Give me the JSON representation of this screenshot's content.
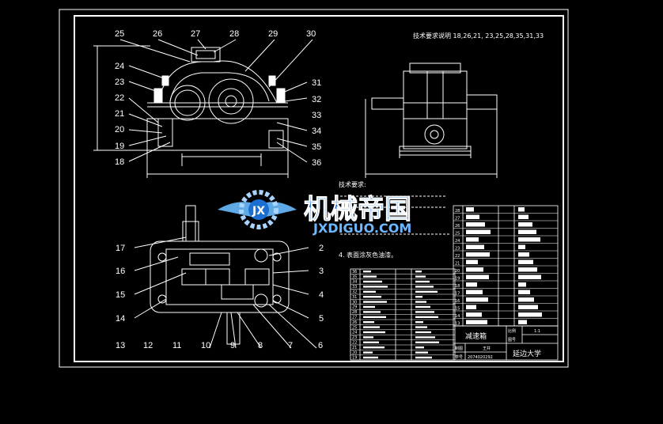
{
  "drawing": {
    "background": "#000000",
    "line_color": "#ffffff",
    "frame": {
      "outer": true,
      "inner": true
    }
  },
  "front_view": {
    "top_labels": [
      "25",
      "26",
      "27",
      "28",
      "29",
      "30"
    ],
    "left_labels": [
      "24",
      "23",
      "22",
      "21",
      "20",
      "19",
      "18"
    ],
    "right_labels": [
      "31",
      "32",
      "33",
      "34",
      "35",
      "36"
    ]
  },
  "side_view": {
    "note": "技术要求说明 18,26,21, 23,25,28,35,31,33"
  },
  "top_view": {
    "left_labels": [
      "17",
      "16",
      "15",
      "14"
    ],
    "right_labels": [
      "2",
      "3",
      "4",
      "5"
    ],
    "bottom_labels": [
      "13",
      "12",
      "11",
      "10",
      "9",
      "8",
      "7",
      "6"
    ]
  },
  "tech_requirements": {
    "heading": "技术要求:",
    "item4": "4. 表面涂灰色油漆。"
  },
  "watermark": {
    "cn": "机械帝国",
    "en": "JXDIGUO.COM",
    "cn_color": "#1a6fd0",
    "en_color": "#6fb7ff"
  },
  "bom_upper": {
    "row_numbers": [
      "28",
      "27",
      "26",
      "25",
      "24",
      "23",
      "22",
      "21",
      "20",
      "19",
      "18",
      "17",
      "16",
      "15",
      "14",
      "13"
    ]
  },
  "bom_lower": {
    "row_numbers": [
      "36",
      "35",
      "34",
      "33",
      "32",
      "31",
      "30",
      "29",
      "28",
      "27",
      "26",
      "25",
      "24",
      "23",
      "22",
      "21",
      "20",
      "19"
    ]
  },
  "title_block": {
    "title": "减速箱",
    "scale_label": "比例",
    "scale": "1:1",
    "drawing_no_label": "图号",
    "designer_label": "制图",
    "designer": "王井",
    "student_id_label": "学号",
    "student_id": "2074020292",
    "school": "延边大学"
  }
}
